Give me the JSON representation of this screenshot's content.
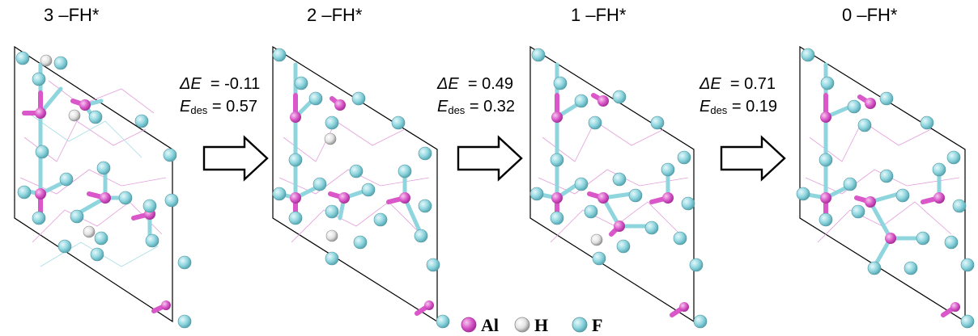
{
  "panels": [
    {
      "title": "3 –FH*"
    },
    {
      "title": "2 –FH*"
    },
    {
      "title": "1 –FH*"
    },
    {
      "title": "0 –FH*"
    }
  ],
  "steps": [
    {
      "dE_symbol": "ΔE",
      "dE_value": "= -0.11",
      "Edes_symbol": "E",
      "Edes_sub": "des",
      "Edes_value": "= 0.57"
    },
    {
      "dE_symbol": "ΔE",
      "dE_value": "= 0.49",
      "Edes_symbol": "E",
      "Edes_sub": "des",
      "Edes_value": "= 0.32"
    },
    {
      "dE_symbol": "ΔE",
      "dE_value": "= 0.71",
      "Edes_symbol": "E",
      "Edes_sub": "des",
      "Edes_value": "= 0.19"
    }
  ],
  "legend": [
    {
      "label": "Al",
      "color": "#d957c8"
    },
    {
      "label": "H",
      "color": "#e8e8e8"
    },
    {
      "label": "F",
      "color": "#8ed5de"
    }
  ],
  "colors": {
    "al": "#d957c8",
    "f": "#8ed5de",
    "h": "#e6e6e6",
    "cell": "#000000"
  }
}
